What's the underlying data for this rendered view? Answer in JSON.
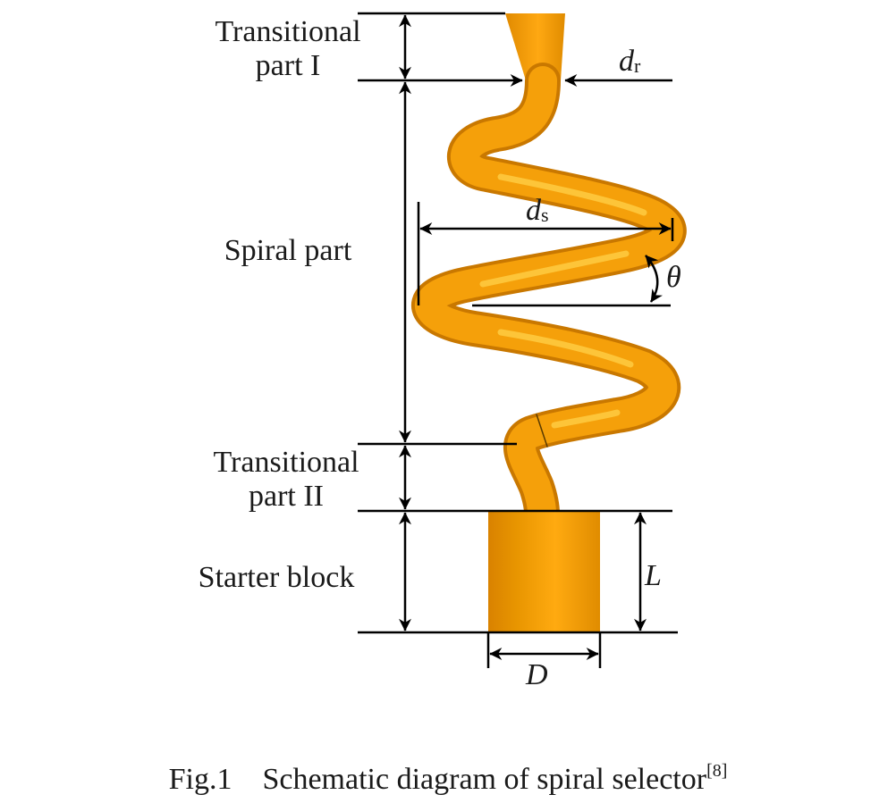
{
  "figure": {
    "sections": [
      {
        "id": "transitional-1",
        "label_line1": "Transitional",
        "label_line2": "part I"
      },
      {
        "id": "spiral",
        "label_line1": "Spiral part"
      },
      {
        "id": "transitional-2",
        "label_line1": "Transitional",
        "label_line2": "part II"
      },
      {
        "id": "starter",
        "label_line1": "Starter block"
      }
    ],
    "symbols": {
      "dr": {
        "main": "d",
        "sub": "r"
      },
      "ds": {
        "main": "d",
        "sub": "s"
      },
      "theta": "θ",
      "L": "L",
      "D": "D"
    },
    "colors": {
      "body": "#F5A00A",
      "body_dark": "#D98200",
      "body_highlight": "#FFD24A",
      "line": "#000000"
    }
  },
  "caption": {
    "fig_number": "Fig.1",
    "text": "Schematic diagram of spiral selector",
    "reference": "[8]"
  }
}
